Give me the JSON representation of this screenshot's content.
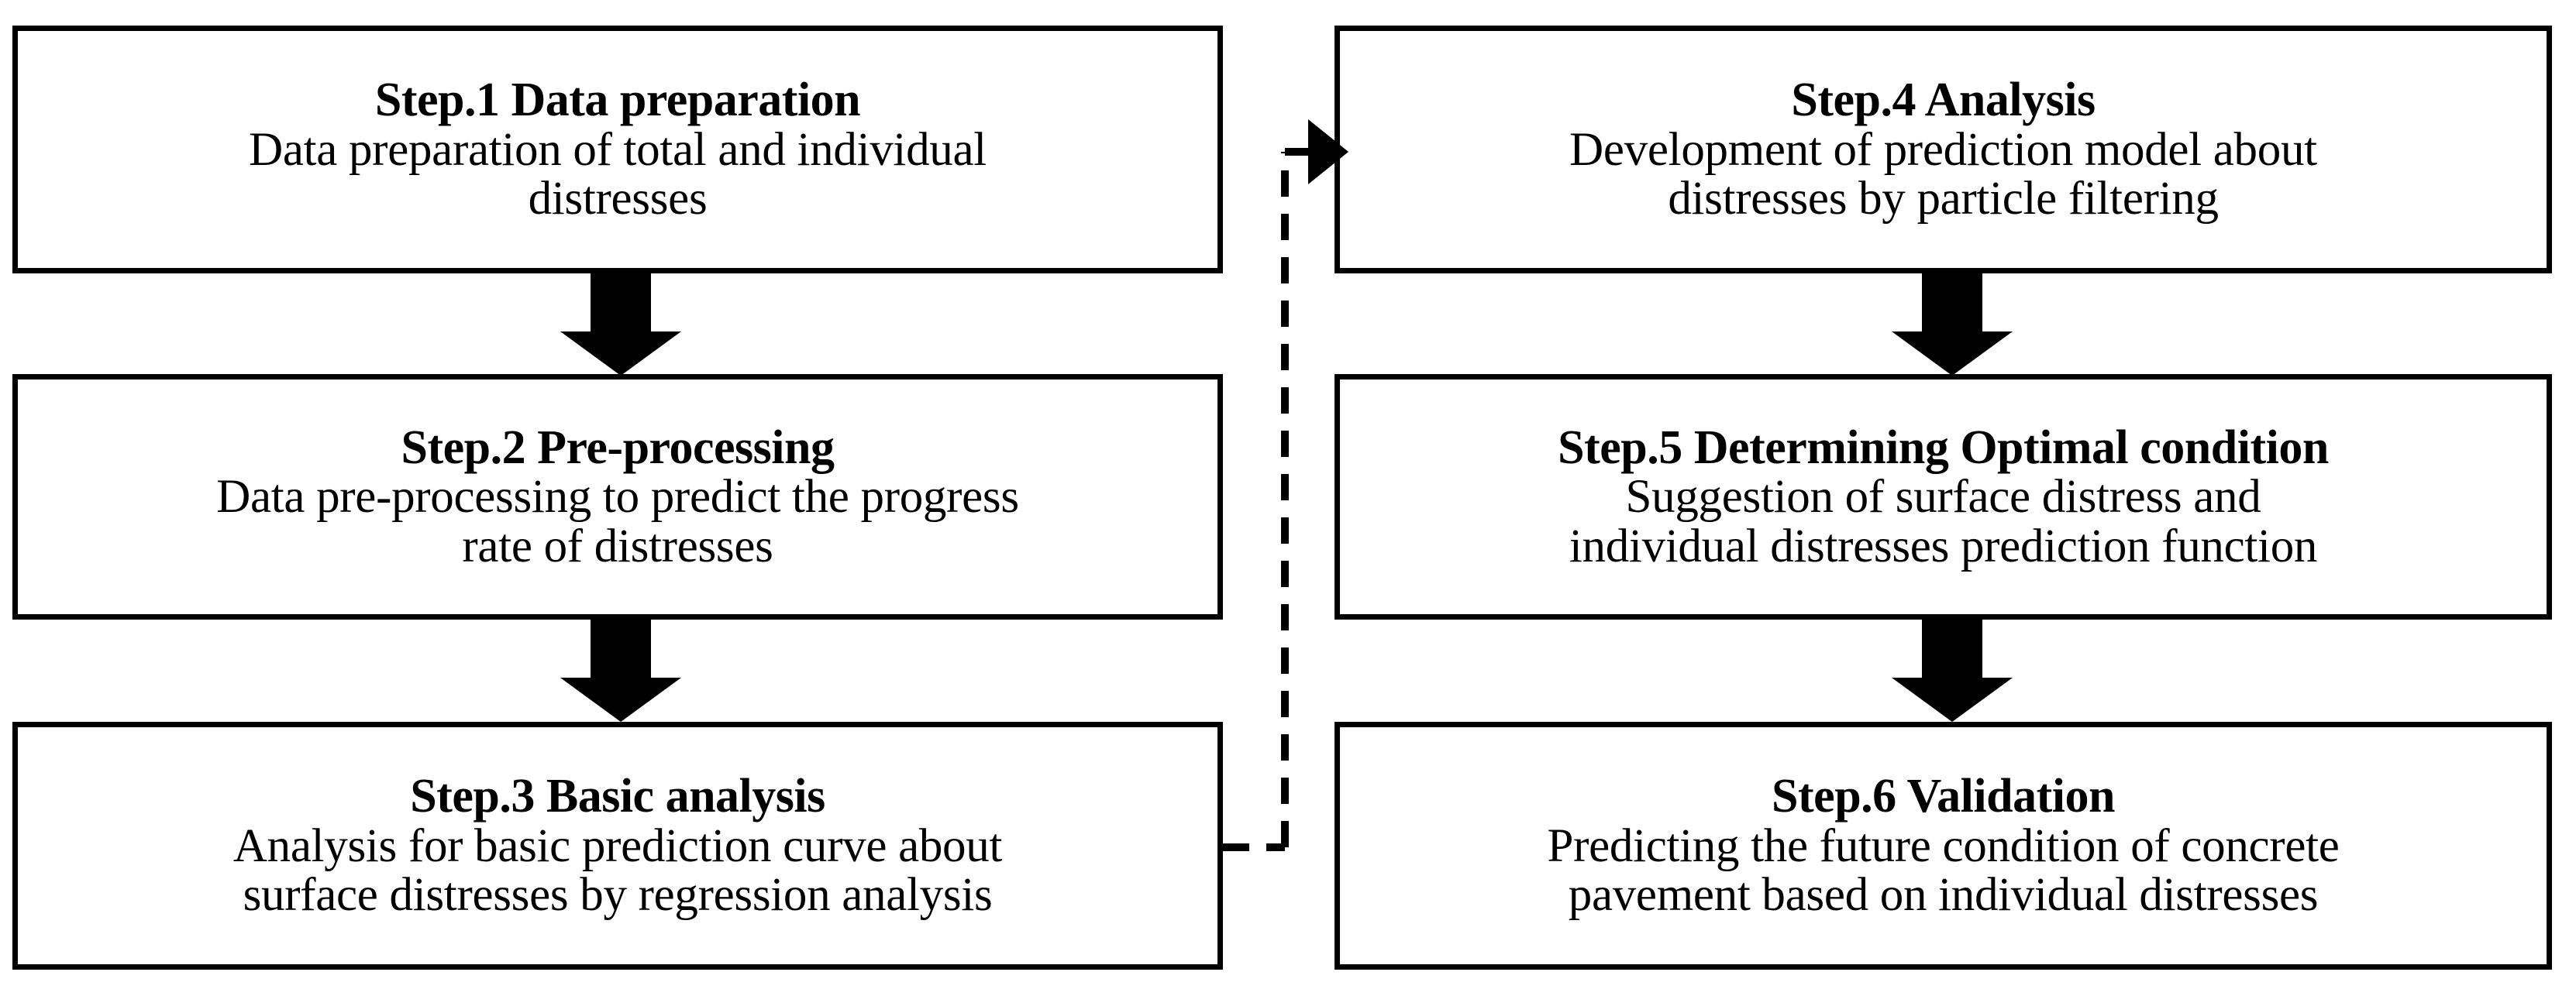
{
  "diagram": {
    "title_semantic": "research-methodology-flowchart",
    "background_color": "#ffffff",
    "line_color": "#000000",
    "steps": [
      {
        "id": "step-1",
        "title": "Step.1 Data preparation",
        "desc_lines": [
          "Data preparation of total and individual",
          "distresses"
        ]
      },
      {
        "id": "step-2",
        "title": "Step.2 Pre-processing",
        "desc_lines": [
          "Data pre-processing to predict the progress",
          "rate of distresses"
        ]
      },
      {
        "id": "step-3",
        "title": "Step.3 Basic analysis",
        "desc_lines": [
          "Analysis for basic prediction curve about",
          "surface distresses by regression analysis"
        ]
      },
      {
        "id": "step-4",
        "title": "Step.4 Analysis",
        "desc_lines": [
          "Development of prediction model about",
          "distresses by particle filtering"
        ]
      },
      {
        "id": "step-5",
        "title": "Step.5 Determining Optimal condition",
        "desc_lines": [
          "Suggestion of surface distress and",
          "individual distresses prediction function"
        ]
      },
      {
        "id": "step-6",
        "title": "Step.6 Validation",
        "desc_lines": [
          "Predicting the future condition of concrete",
          "pavement based on individual distresses"
        ]
      }
    ],
    "connectors": [
      {
        "id": "arrow-step1-to-step2",
        "style": "solid-block-arrow",
        "direction": "down"
      },
      {
        "id": "arrow-step2-to-step3",
        "style": "solid-block-arrow",
        "direction": "down"
      },
      {
        "id": "arrow-step4-to-step5",
        "style": "solid-block-arrow",
        "direction": "down"
      },
      {
        "id": "arrow-step5-to-step6",
        "style": "solid-block-arrow",
        "direction": "down"
      },
      {
        "id": "arrow-step3-to-step4",
        "style": "dashed-line-with-triangle-head",
        "direction": "right"
      }
    ]
  }
}
